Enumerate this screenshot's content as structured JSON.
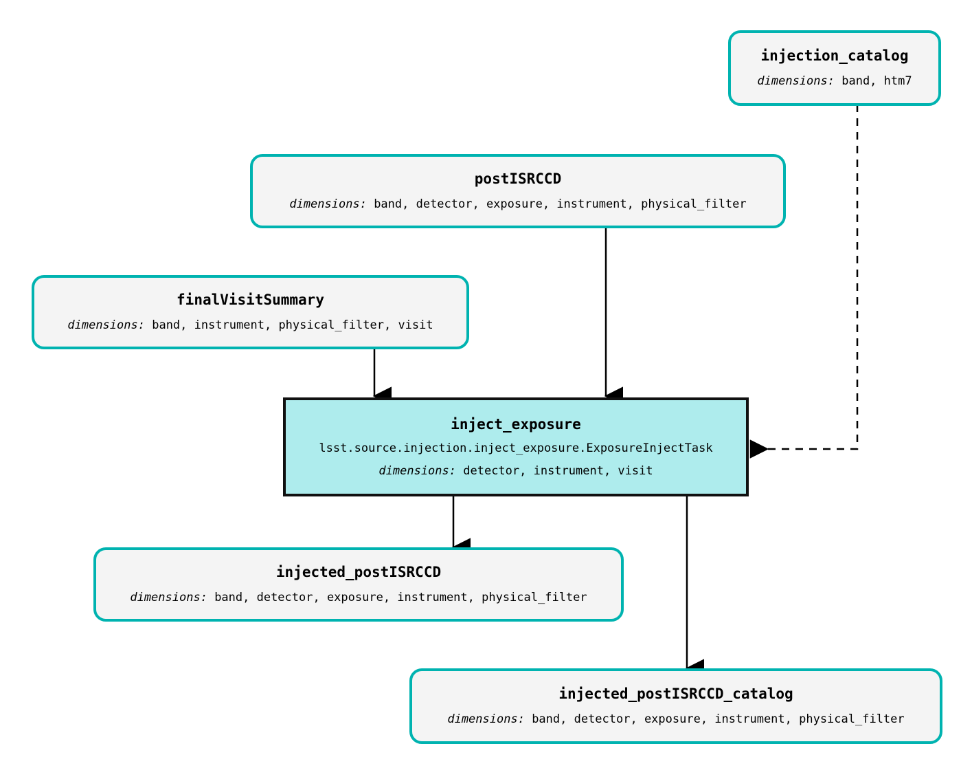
{
  "diagram": {
    "type": "pipeline-task-graph",
    "background_color": "#ffffff",
    "dataset_border_color": "#00b3b0",
    "dataset_fill_color": "#f4f4f4",
    "task_fill_color": "#aeeced",
    "task_border_color": "#111111",
    "edge_color": "#000000",
    "dims_label": "dimensions:"
  },
  "nodes": {
    "injection_catalog": {
      "title": "injection_catalog",
      "dims_label": "dimensions:",
      "dimensions": "band, htm7",
      "kind": "dataset"
    },
    "postISRCCD": {
      "title": "postISRCCD",
      "dims_label": "dimensions:",
      "dimensions": "band, detector, exposure, instrument, physical_filter",
      "kind": "dataset"
    },
    "finalVisitSummary": {
      "title": "finalVisitSummary",
      "dims_label": "dimensions:",
      "dimensions": "band, instrument, physical_filter, visit",
      "kind": "dataset"
    },
    "inject_exposure": {
      "title": "inject_exposure",
      "class_path": "lsst.source.injection.inject_exposure.ExposureInjectTask",
      "dims_label": "dimensions:",
      "dimensions": "detector, instrument, visit",
      "kind": "task"
    },
    "injected_postISRCCD": {
      "title": "injected_postISRCCD",
      "dims_label": "dimensions:",
      "dimensions": "band, detector, exposure, instrument, physical_filter",
      "kind": "dataset"
    },
    "injected_postISRCCD_catalog": {
      "title": "injected_postISRCCD_catalog",
      "dims_label": "dimensions:",
      "dimensions": "band, detector, exposure, instrument, physical_filter",
      "kind": "dataset"
    }
  },
  "edges": [
    {
      "from": "postISRCCD",
      "to": "inject_exposure",
      "style": "solid"
    },
    {
      "from": "finalVisitSummary",
      "to": "inject_exposure",
      "style": "solid"
    },
    {
      "from": "injection_catalog",
      "to": "inject_exposure",
      "style": "dashed"
    },
    {
      "from": "inject_exposure",
      "to": "injected_postISRCCD",
      "style": "solid"
    },
    {
      "from": "inject_exposure",
      "to": "injected_postISRCCD_catalog",
      "style": "solid"
    }
  ]
}
